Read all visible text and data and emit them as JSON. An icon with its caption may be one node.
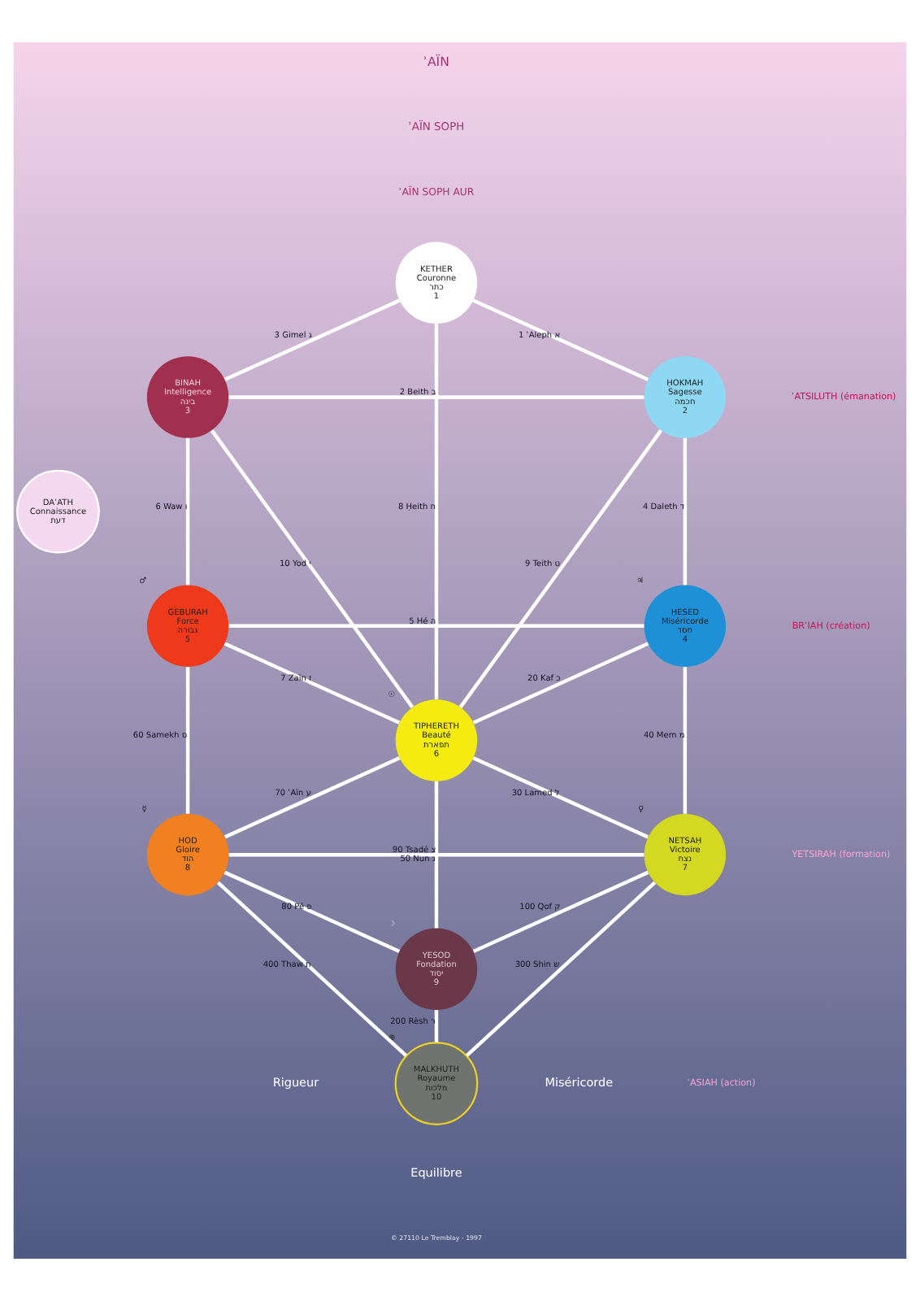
{
  "diagram": {
    "nodes": [
      {
        "text": [
          "KETHER",
          "Couronne",
          "כתר",
          "1"
        ]
      },
      {
        "text": [
          "BINAH",
          "Intelligence",
          "בינה",
          "3"
        ]
      },
      {
        "text": [
          "ḤOKMAH",
          "Sagesse",
          "חכמה",
          "2"
        ]
      },
      {
        "text": [
          "DAʿATH",
          "Connaissance",
          "דעת"
        ]
      },
      {
        "text": [
          "GEBURAH",
          "Force",
          "גבורה",
          "5"
        ],
        "beside": [
          "♂"
        ]
      },
      {
        "text": [
          "ḤESED",
          "Miséricorde",
          "חסד",
          "4"
        ],
        "beside": [
          "♃"
        ]
      },
      {
        "text": [
          "TIPHERETH",
          "Beauté",
          "תפארת",
          "6"
        ],
        "beside": [
          "☉"
        ]
      },
      {
        "text": [
          "HOD",
          "Gloire",
          "הוד",
          "8"
        ],
        "beside": [
          "☿"
        ]
      },
      {
        "text": [
          "NETSAḤ",
          "Victoire",
          "נצח",
          "7"
        ],
        "beside": [
          "♀"
        ]
      },
      {
        "text": [
          "YESOD",
          "Fondation",
          "יסוד",
          "9"
        ],
        "beside": [
          "☽"
        ]
      },
      {
        "text": [
          "MALKHUTH",
          "Royaume",
          "מלכות",
          "10"
        ],
        "beside": [
          "⊕"
        ]
      }
    ],
    "edges": [
      {
        "from": 0,
        "to": 2,
        "arrow": "none",
        "label": "1 ʾAleph א"
      },
      {
        "from": 1,
        "to": 2,
        "arrow": "none",
        "label": "2 Beith ב"
      },
      {
        "from": 0,
        "to": 1,
        "arrow": "none",
        "label": "3 Gimel ג"
      },
      {
        "from": 2,
        "to": 5,
        "arrow": "none",
        "label": "4 Daleth ד"
      },
      {
        "from": 4,
        "to": 5,
        "arrow": "none",
        "label": "5 Hé ה"
      },
      {
        "from": 1,
        "to": 4,
        "arrow": "none",
        "label": "6 Waw ו"
      },
      {
        "from": 4,
        "to": 6,
        "arrow": "none",
        "label": "7 Zaïn ז"
      },
      {
        "from": 0,
        "to": 6,
        "arrow": "none",
        "label": "8 Ḥeith ח"
      },
      {
        "from": 2,
        "to": 6,
        "arrow": "none",
        "label": "9 Teith ט"
      },
      {
        "from": 1,
        "to": 6,
        "arrow": "none",
        "label": "10 Yod י"
      },
      {
        "from": 5,
        "to": 6,
        "arrow": "none",
        "label": "20 Kaf כ"
      },
      {
        "from": 6,
        "to": 8,
        "arrow": "none",
        "label": "30 Lamed ל"
      },
      {
        "from": 5,
        "to": 8,
        "arrow": "none",
        "label": "40 Mem מ"
      },
      {
        "from": 7,
        "to": 8,
        "arrow": "none",
        "label": "50 Nun נ"
      },
      {
        "from": 4,
        "to": 7,
        "arrow": "none",
        "label": "60 Samekh ס"
      },
      {
        "from": 6,
        "to": 7,
        "arrow": "none",
        "label": "70 ʿAïn ע"
      },
      {
        "from": 7,
        "to": 9,
        "arrow": "none",
        "label": "80 Pé פ"
      },
      {
        "from": 6,
        "to": 9,
        "arrow": "none",
        "label": "90 Tsadé צ"
      },
      {
        "from": 8,
        "to": 9,
        "arrow": "none",
        "label": "100 Qof ק"
      },
      {
        "from": 9,
        "to": 10,
        "arrow": "none",
        "label": "200 Rèsh ר"
      },
      {
        "from": 8,
        "to": 10,
        "arrow": "none",
        "label": "300 Shin ש"
      },
      {
        "from": 7,
        "to": 10,
        "arrow": "none",
        "label": "400 Thaw ת"
      }
    ],
    "labels": [
      "ʾAÏN",
      "ʾAÏN SOPH",
      "ʾAÏN SOPH AUR",
      "ʾATSILUTH (émanation)",
      "BRʾIAH (création)",
      "YETSIRAH (formation)",
      "ʿASIAH (action)",
      "Rigueur",
      "Miséricorde",
      "Equilibre",
      "© 27110 Le Tremblay - 1997"
    ]
  }
}
